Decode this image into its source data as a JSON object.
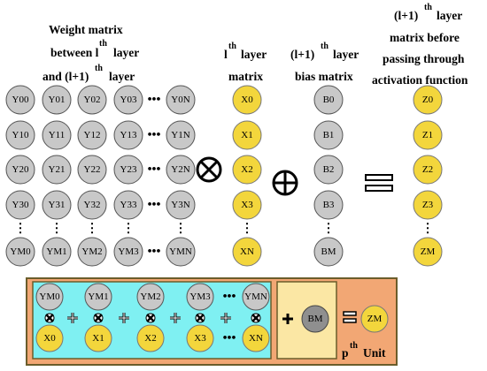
{
  "headers": {
    "weight": {
      "line1": "Weight matrix",
      "line2_a": "between l",
      "line2_sup": "th",
      "line2_b": "layer",
      "line3_a": "and (l+1)",
      "line3_sup": "th",
      "line3_b": "layer"
    },
    "x_matrix": {
      "line1_a": "l",
      "line1_sup": "th",
      "line1_b": "layer",
      "line2": "matrix"
    },
    "bias": {
      "line1_a": "(l+1)",
      "line1_sup": "th",
      "line1_b": "layer",
      "line2": "bias matrix"
    },
    "z_matrix": {
      "line1_a": "(l+1)",
      "line1_sup": "th",
      "line1_b": "layer",
      "line2": "matrix before",
      "line3": "passing through",
      "line4": "activation function"
    }
  },
  "weight_rows": [
    [
      "Y00",
      "Y01",
      "Y02",
      "Y03",
      "Y0N"
    ],
    [
      "Y10",
      "Y11",
      "Y12",
      "Y13",
      "Y1N"
    ],
    [
      "Y20",
      "Y21",
      "Y22",
      "Y23",
      "Y2N"
    ],
    [
      "Y30",
      "Y31",
      "Y32",
      "Y33",
      "Y3N"
    ],
    [
      "YM0",
      "YM1",
      "YM2",
      "YM3",
      "YMN"
    ]
  ],
  "x_nodes": [
    "X0",
    "X1",
    "X2",
    "X3",
    "XN"
  ],
  "b_nodes": [
    "B0",
    "B1",
    "B2",
    "B3",
    "BM"
  ],
  "z_nodes": [
    "Z0",
    "Z1",
    "Z2",
    "Z3",
    "ZM"
  ],
  "ellipsis": "•••",
  "vdots": "⋮",
  "operators": {
    "multiply": "⊗",
    "add": "⊕",
    "equals": "="
  },
  "bottom_panel": {
    "top_row": [
      "YM0",
      "YM1",
      "YM2",
      "YM3",
      "YMN"
    ],
    "bottom_row": [
      "X0",
      "X1",
      "X2",
      "X3",
      "XN"
    ],
    "bias": "BM",
    "result": "ZM",
    "unit_a": "p",
    "unit_sup": "th",
    "unit_b": "Unit"
  },
  "colors": {
    "node_gray": "#c8c8c8",
    "node_yellow": "#f3d63c",
    "node_dark": "#8f8f8f",
    "panel_orange": "#f2a774",
    "panel_cyan": "#7ff0f2",
    "panel_cream": "#fbe7a4",
    "panel_border": "#6b5d2b"
  }
}
